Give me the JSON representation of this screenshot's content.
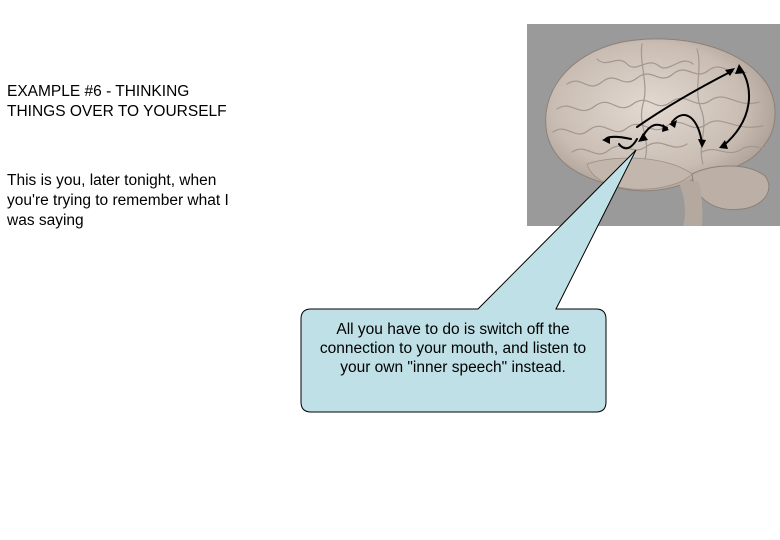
{
  "slide": {
    "title": "EXAMPLE #6 - THINKING THINGS OVER TO YOURSELF",
    "body": "This is you, later tonight, when you're trying to remember what I was saying"
  },
  "callout": {
    "text": "All you have to do is switch off the connection to your mouth, and listen to your own \"inner speech\" instead.",
    "fill_color": "#bfe0e6",
    "border_color": "#000000"
  },
  "brain_image": {
    "background_color": "#9a9a9a",
    "brain_color": "#c9bdb3",
    "arrow_color": "#000000"
  }
}
